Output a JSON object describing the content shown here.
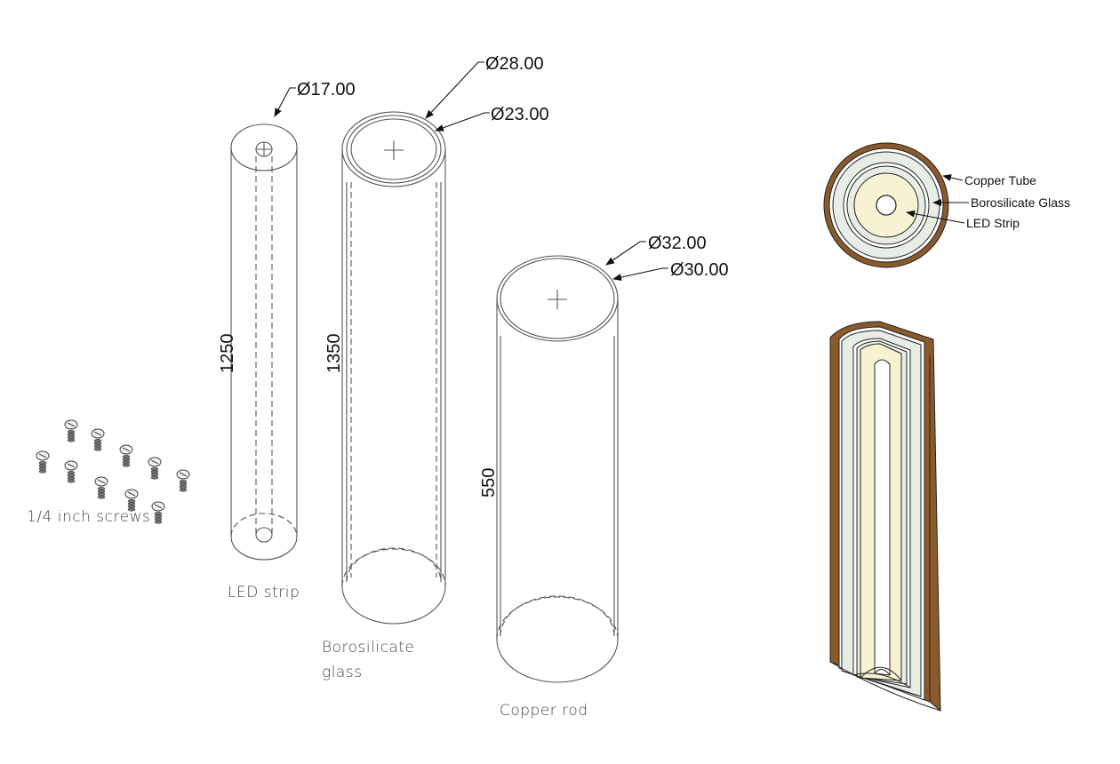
{
  "components": {
    "screws": {
      "label": "1/4 inch screws"
    },
    "led_strip": {
      "label": "LED strip",
      "length": "1250",
      "diameter": "Ø17.00"
    },
    "glass": {
      "label_line1": "Borosilicate",
      "label_line2": "glass",
      "length": "1350",
      "outer_diameter": "Ø28.00",
      "inner_diameter": "Ø23.00"
    },
    "copper": {
      "label": "Copper rod",
      "length": "550",
      "outer_diameter": "Ø32.00",
      "inner_diameter": "Ø30.00"
    }
  },
  "cross_section": {
    "labels": [
      "Copper Tube",
      "Borosilicate Glass",
      "LED Strip"
    ]
  },
  "colors": {
    "copper": "#8B5A2B",
    "glass": "#E8EEE6",
    "led": "#F6F2D2",
    "line": "#555555"
  }
}
